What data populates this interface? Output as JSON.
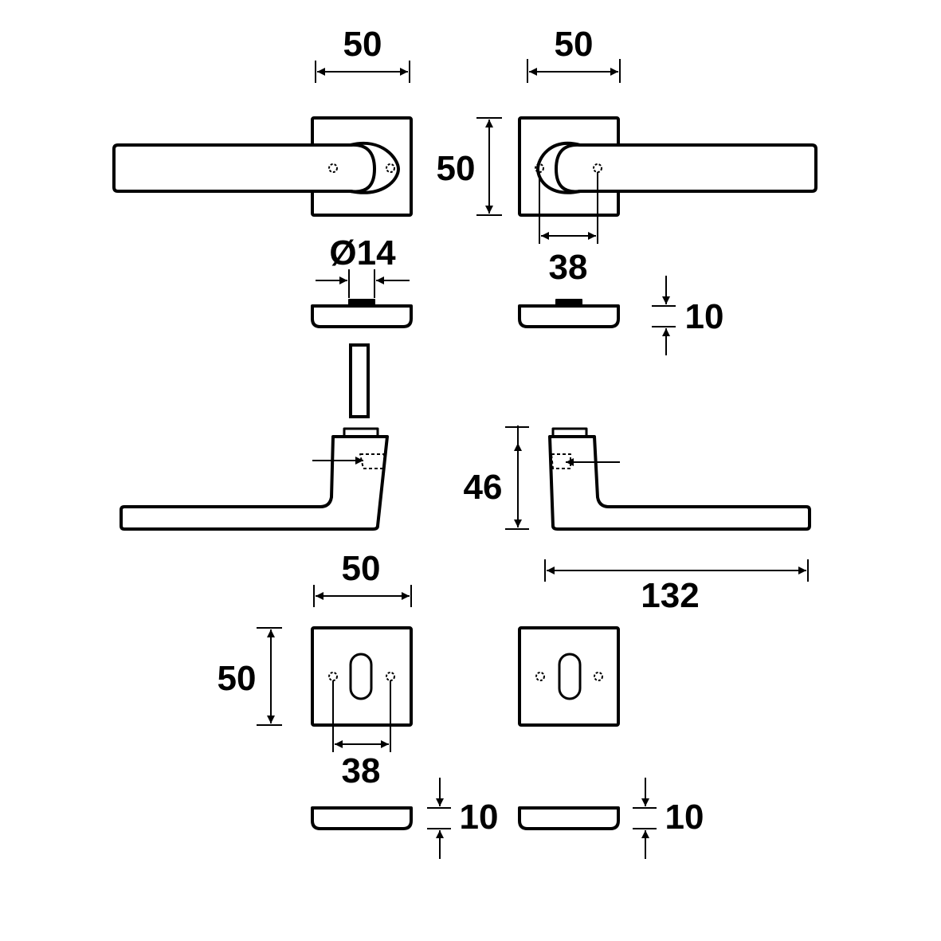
{
  "colors": {
    "stroke": "#000000",
    "background": "#ffffff"
  },
  "dimensions": {
    "top_left_rose_width": "50",
    "top_right_rose_width": "50",
    "top_rose_height": "50",
    "spindle_diameter": "Ø14",
    "screw_spacing_top": "38",
    "rose_thickness_top": "10",
    "lever_height": "46",
    "lever_length": "132",
    "escutcheon_width": "50",
    "escutcheon_height": "50",
    "screw_spacing_escutcheon": "38",
    "escutcheon_thickness_left": "10",
    "escutcheon_thickness_right": "10"
  }
}
